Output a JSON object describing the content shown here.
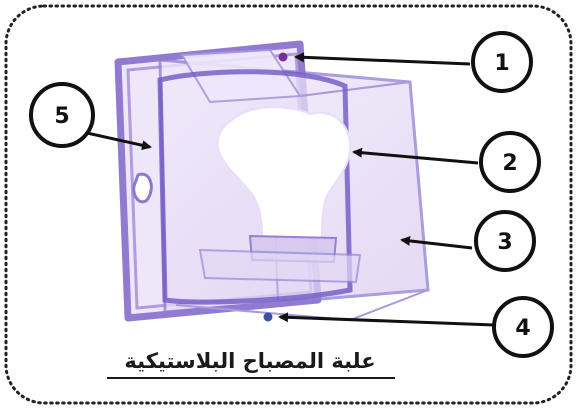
{
  "diagram": {
    "caption": "علبة المصباح البلاستيكية",
    "callouts": [
      {
        "id": "1",
        "label": "1"
      },
      {
        "id": "2",
        "label": "2"
      },
      {
        "id": "3",
        "label": "3"
      },
      {
        "id": "4",
        "label": "4"
      },
      {
        "id": "5",
        "label": "5"
      }
    ]
  },
  "colors": {
    "box_outline": "#6a4fc8",
    "box_fill": "#e7ddf5",
    "bulb": "#ffffff",
    "screw_top": "#7a2c9a",
    "screw_bottom": "#3c4fa6",
    "arrow": "#111111",
    "frame_border": "#222222"
  }
}
